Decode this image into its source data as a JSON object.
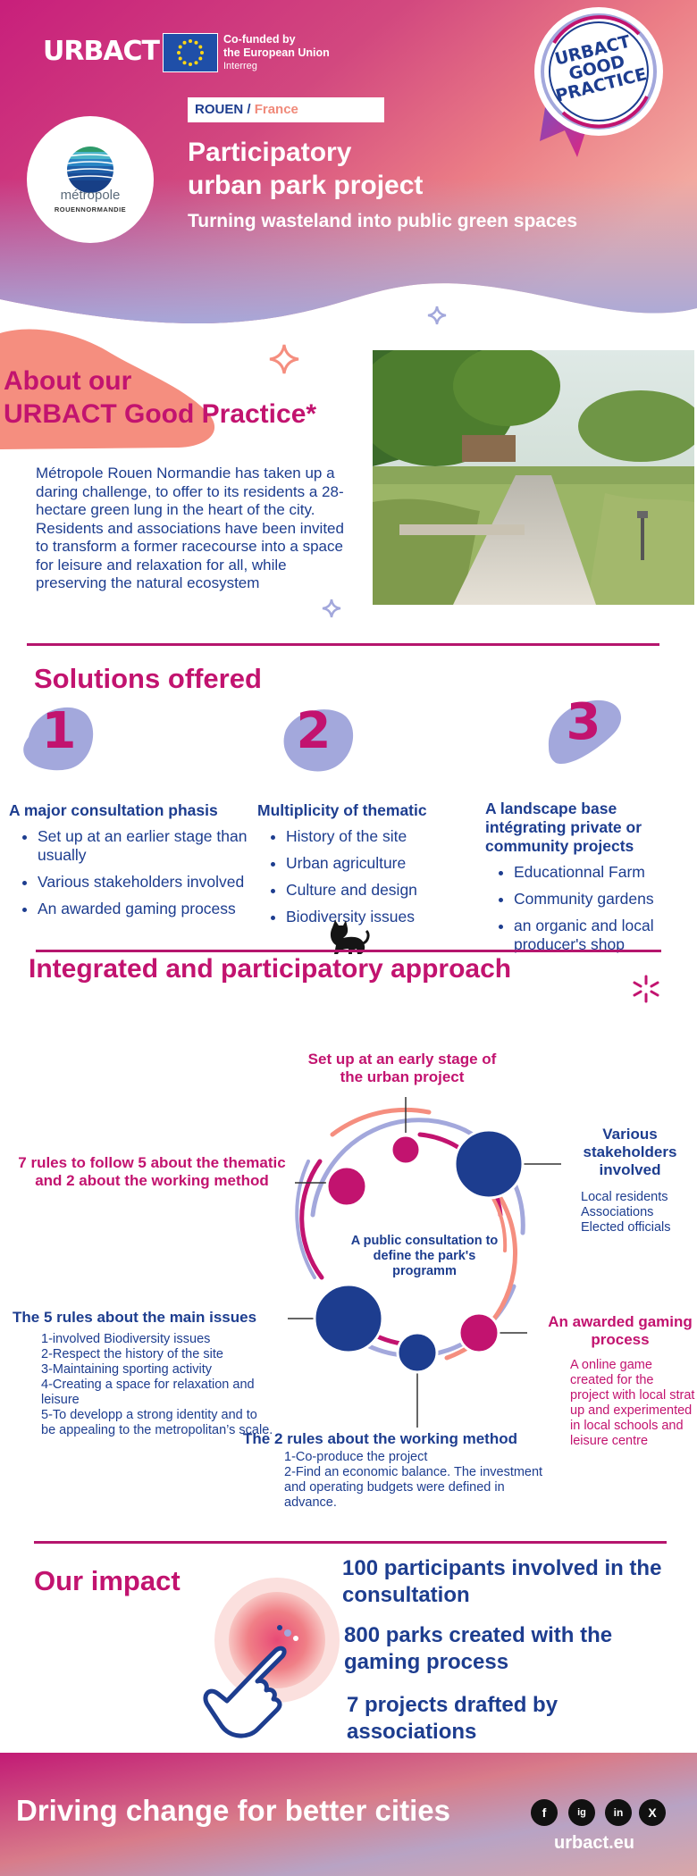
{
  "header": {
    "logo_text": "URBACT",
    "cofunded_line1": "Co-funded by",
    "cofunded_line2": "the European Union",
    "cofunded_sub": "Interreg",
    "city": "ROUEN",
    "separator": "/",
    "country": "France",
    "partner_logo_text": "métropole",
    "partner_logo_sub": "ROUENNORMANDIE",
    "title_line1": "Participatory",
    "title_line2": "urban park project",
    "subtitle": "Turning wasteland into public green spaces",
    "badge_line1": "URBACT",
    "badge_line2": "GOOD",
    "badge_line3": "PRACTICE"
  },
  "about": {
    "title_line1": "About our",
    "title_line2": "URBACT Good Practice*",
    "text": "Métropole Rouen Normandie has taken up a daring challenge, to offer to its residents a 28-hectare green lung in the heart of the city. Residents and associations have been invited to transform a former racecourse into a space for leisure and relaxation for all, while preserving the natural ecosystem"
  },
  "solutions": {
    "title": "Solutions offered",
    "columns": [
      {
        "number": "1",
        "heading": "A major consultation phasis",
        "items": [
          "Set up at an earlier stage than usually",
          "Various stakeholders involved",
          "An awarded gaming process"
        ]
      },
      {
        "number": "2",
        "heading": "Multiplicity of thematic",
        "items": [
          "History of the site",
          "Urban agriculture",
          "Culture and design",
          "Biodiversity issues"
        ]
      },
      {
        "number": "3",
        "heading": "A landscape base intégrating private or community projects",
        "items": [
          "Educationnal Farm",
          "Community gardens",
          "an organic and local producer's shop"
        ]
      }
    ]
  },
  "approach": {
    "title": "Integrated and participatory approach",
    "center": "A public consultation to define the park's programm",
    "top_label": "Set up at an early stage of the urban project",
    "seven_rules": "7 rules to follow 5 about the thematic and 2 about the working method",
    "stakeholders_title": "Various stakeholders involved",
    "stakeholders_items": [
      "Local residents",
      "Associations",
      "Elected officials"
    ],
    "five_rules_title": "The 5 rules about the main issues",
    "five_rules_items": [
      "1-involved Biodiversity issues",
      "2-Respect the history of the site",
      "3-Maintaining sporting activity",
      "4-Creating a space for relaxation and leisure",
      "5-To developp a strong identity and to be appealing to the metropolitan’s scale."
    ],
    "gaming_title": "An awarded gaming process",
    "gaming_text": "A online game created for the project with local strat up and experimented in local schools and leisure centre",
    "two_rules_title": "The 2 rules about the working method",
    "two_rules_items": [
      "1-Co-produce the project",
      "2-Find an economic balance. The investment and operating budgets were defined in advance."
    ]
  },
  "impact": {
    "title": "Our impact",
    "stats": [
      "100 participants involved in the consultation",
      "800 parks created with the gaming process",
      "7 projects drafted by associations"
    ]
  },
  "footer": {
    "title": "Driving change for better cities",
    "url": "urbact.eu",
    "socials": [
      "f",
      "ig",
      "in",
      "X"
    ]
  },
  "colors": {
    "magenta": "#c2136f",
    "navy": "#1d3d8f",
    "coral": "#f58e7f",
    "lavender": "#a3a8dc"
  }
}
